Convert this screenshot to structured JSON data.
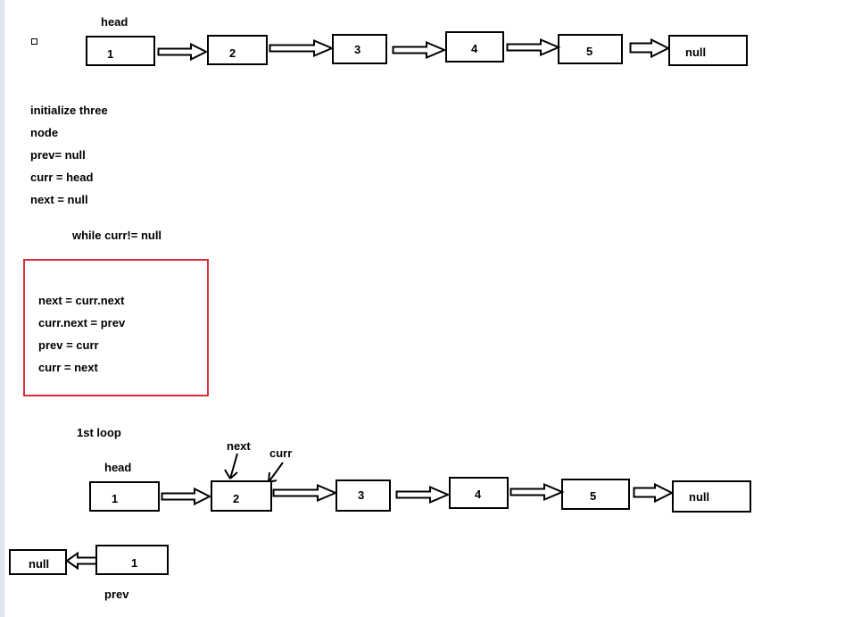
{
  "list1": {
    "head_label": "head",
    "nodes": [
      "1",
      "2",
      "3",
      "4",
      "5",
      "null"
    ]
  },
  "init": {
    "lines": [
      "initialize three",
      "node",
      "prev= null",
      "curr = head",
      "next = null"
    ]
  },
  "loop_cond": "while curr!= null",
  "loop_body": [
    "next = curr.next",
    "curr.next = prev",
    "prev = curr",
    "curr = next"
  ],
  "loop1": {
    "title": "1st loop",
    "head_label": "head",
    "next_label": "next",
    "curr_label": "curr",
    "nodes": [
      "1",
      "2",
      "3",
      "4",
      "5",
      "null"
    ],
    "reversed": {
      "null_label": "null",
      "node_label": "1",
      "prev_label": "prev"
    }
  },
  "colors": {
    "highlight_box": "#d9303a",
    "stroke": "#000000"
  }
}
